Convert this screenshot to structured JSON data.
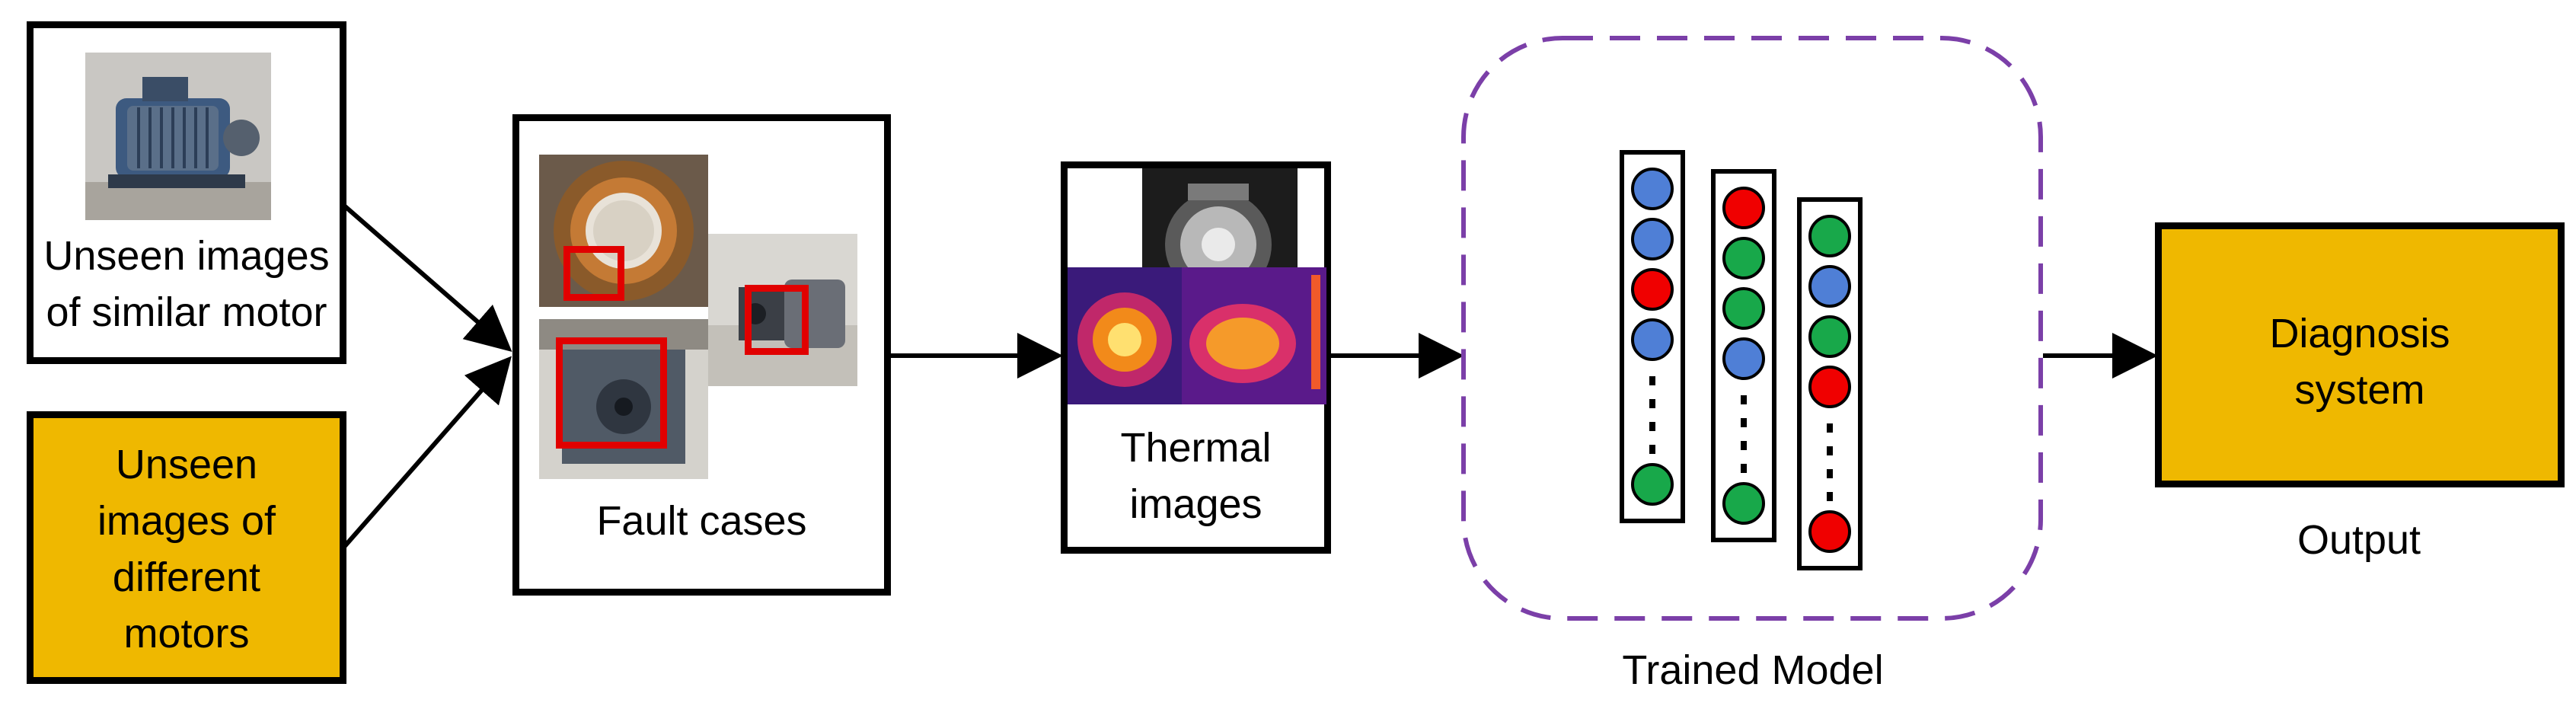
{
  "inputs": {
    "similar_label": [
      "Unseen images",
      "of similar motor"
    ],
    "different_label": [
      "Unseen",
      "images of",
      "different",
      "motors"
    ]
  },
  "fault": {
    "label": "Fault cases"
  },
  "thermal": {
    "label": [
      "Thermal",
      "images"
    ]
  },
  "model": {
    "label": "Trained Model"
  },
  "output": {
    "box_label": [
      "Diagnosis",
      "system"
    ],
    "caption": "Output"
  },
  "colors": {
    "gold": "#efb800",
    "red_marker": "#e10000",
    "dashed_border": "#7b3fa8",
    "node_blue": "#4f7fd6",
    "node_red": "#f00000",
    "node_green": "#18a84a"
  },
  "network": {
    "columns": [
      [
        "blue",
        "blue",
        "red",
        "blue",
        "dots",
        "green"
      ],
      [
        "red",
        "green",
        "green",
        "blue",
        "dots",
        "green"
      ],
      [
        "green",
        "blue",
        "green",
        "red",
        "dots",
        "red"
      ]
    ]
  }
}
